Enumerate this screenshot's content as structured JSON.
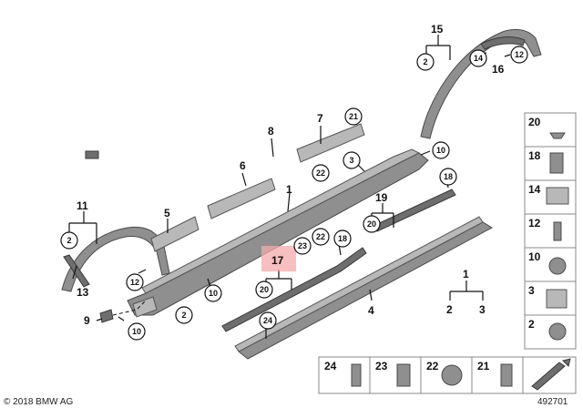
{
  "labels": {
    "l1_main": "1",
    "l1_legend": "1",
    "l2_legend": "2",
    "l3_legend": "3",
    "l4": "4",
    "l5": "5",
    "l6": "6",
    "l7": "7",
    "l8": "8",
    "l9": "9",
    "l10_a": "10",
    "l10_b": "10",
    "l10_c": "10",
    "l11": "11",
    "l12_a": "12",
    "l12_b": "12",
    "l13": "13",
    "l14": "14",
    "l15": "15",
    "l16": "16",
    "l17": "17",
    "l18_a": "18",
    "l18_b": "18",
    "l19": "19",
    "l2_a": "2",
    "l2_b": "2",
    "l2_c": "2",
    "l3_a": "3",
    "l20_a": "20",
    "l20_b": "20",
    "l21_a": "21",
    "l22_a": "22",
    "l22_b": "22",
    "l23_a": "23",
    "l24_a": "24"
  },
  "side_table": [
    "20",
    "18",
    "14",
    "12",
    "10",
    "3",
    "2"
  ],
  "bottom_table": [
    "24",
    "23",
    "22",
    "21"
  ],
  "footer": {
    "copyright": "© 2018 BMW AG",
    "diagram_id": "492701"
  },
  "colors": {
    "highlight": "#f4a9a9",
    "part_gray": "#8f8f8f"
  }
}
